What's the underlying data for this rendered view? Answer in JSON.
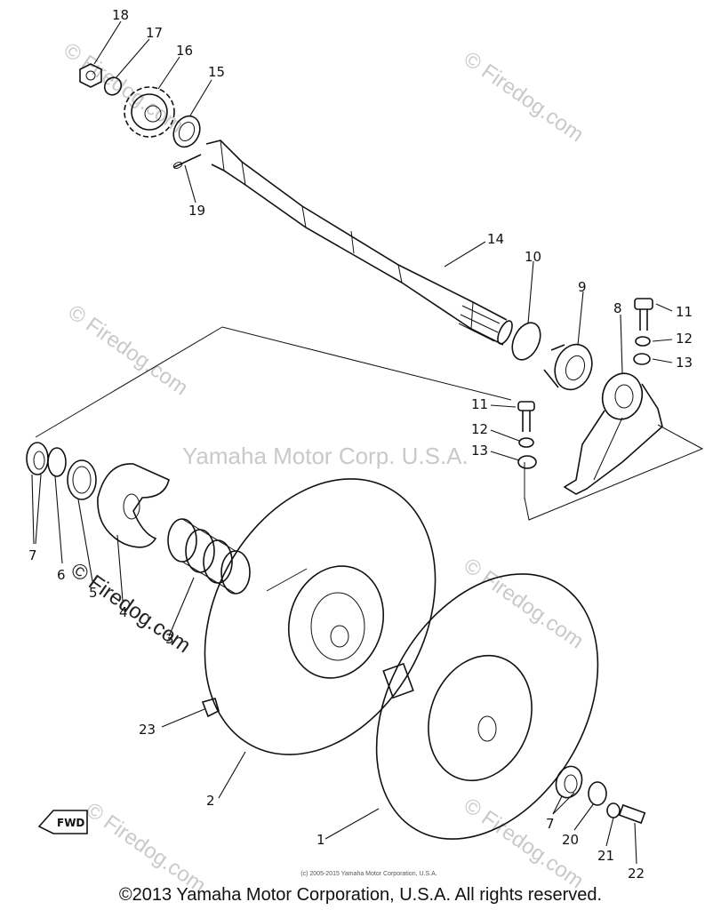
{
  "watermarks": {
    "center": "Yamaha Motor Corp. U.S.A.",
    "site": "© Firedog.com"
  },
  "fwd_label": "FWD",
  "small_copyright": "(c) 2005-2015 Yamaha Motor Corporation, U.S.A.",
  "copyright": "©2013 Yamaha Motor Corporation, U.S.A. All rights reserved.",
  "callouts": {
    "c1": "1",
    "c2": "2",
    "c3": "3",
    "c4": "4",
    "c5": "5",
    "c6": "6",
    "c7a": "7",
    "c7b": "7",
    "c8": "8",
    "c9": "9",
    "c10": "10",
    "c11a": "11",
    "c11b": "11",
    "c12a": "12",
    "c12b": "12",
    "c13a": "13",
    "c13b": "13",
    "c14": "14",
    "c15": "15",
    "c16": "16",
    "c17": "17",
    "c18": "18",
    "c19": "19",
    "c20": "20",
    "c21": "21",
    "c22": "22",
    "c23": "23"
  }
}
